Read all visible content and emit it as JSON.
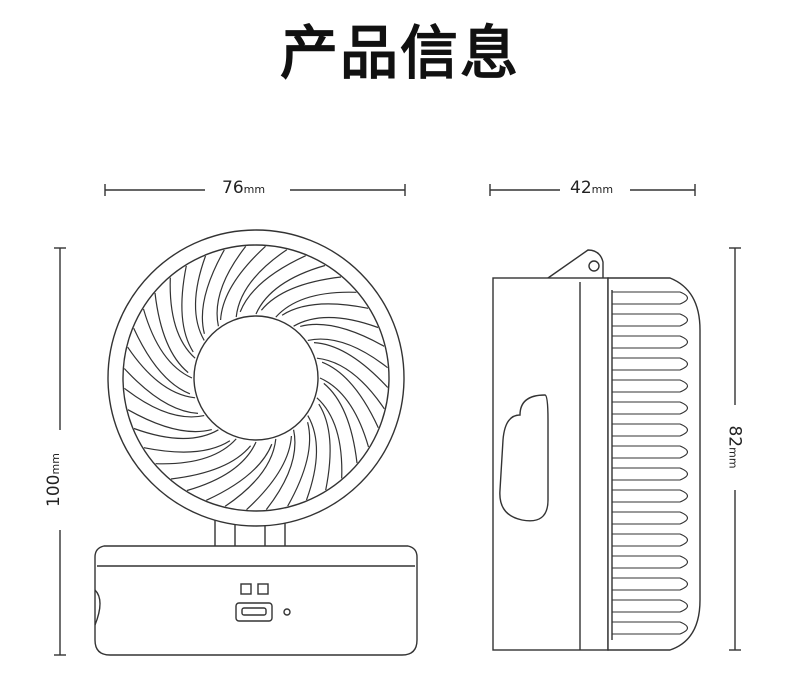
{
  "title": "产品信息",
  "dimensions": {
    "front_width": {
      "value": "76",
      "unit": "mm"
    },
    "side_width": {
      "value": "42",
      "unit": "mm"
    },
    "front_height": {
      "value": "100",
      "unit": "mm"
    },
    "side_height": {
      "value": "82",
      "unit": "mm"
    }
  },
  "colors": {
    "line": "#333333",
    "text": "#111111"
  }
}
